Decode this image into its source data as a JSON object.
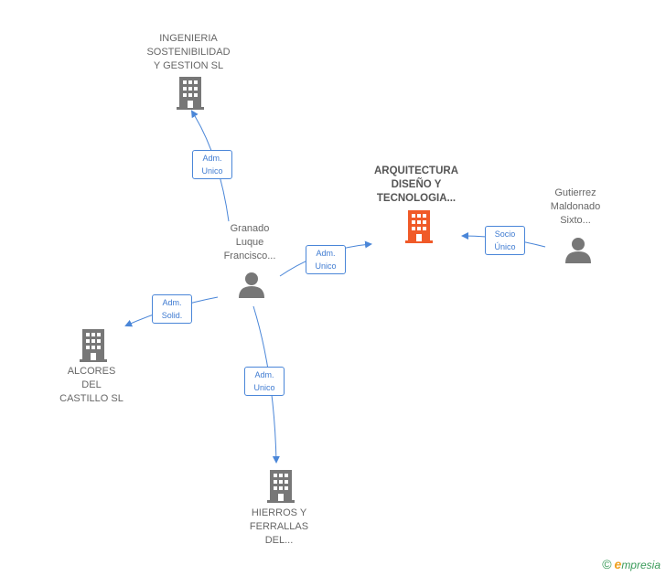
{
  "nodes": {
    "ingenieria": {
      "label": "INGENIERIA\nSOSTENIBILIDAD\nY GESTION  SL",
      "icon": "building-icon"
    },
    "arquitectura": {
      "label": "ARQUITECTURA\nDISEÑO Y\nTECNOLOGIA...",
      "icon": "building-icon",
      "color": "#f05a28"
    },
    "gutierrez": {
      "label": "Gutierrez\nMaldonado\nSixto...",
      "icon": "person-icon"
    },
    "granado": {
      "label": "Granado\nLuque\nFrancisco...",
      "icon": "person-icon"
    },
    "alcores": {
      "label": "ALCORES\nDEL\nCASTILLO  SL",
      "icon": "building-icon"
    },
    "hierros": {
      "label": "HIERROS Y\nFERRALLAS\nDEL...",
      "icon": "building-icon"
    }
  },
  "edges": {
    "granado_ingenieria": "Adm.\nUnico",
    "granado_arquitectura": "Adm.\nUnico",
    "gutierrez_arquitectura": "Socio\nÚnico",
    "granado_alcores": "Adm.\nSolid.",
    "granado_hierros": "Adm.\nUnico"
  },
  "brand": {
    "copyright": "©",
    "e": "e",
    "name": "mpresia"
  },
  "colors": {
    "edge": "#4a86d8",
    "icon": "#777777",
    "highlight": "#f05a28"
  }
}
